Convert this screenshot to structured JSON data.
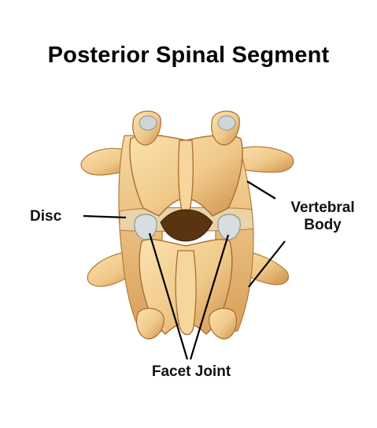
{
  "title": "Posterior Spinal Segment",
  "labels": {
    "disc": "Disc",
    "vertebral_body": "Vertebral Body",
    "facet_joint": "Facet Joint"
  },
  "colors": {
    "bone": "#f0c98a",
    "bone_shadow": "#c4843c",
    "bone_highlight": "#fbe6b9",
    "cartilage": "#d8dde0",
    "background": "#ffffff",
    "leader_line": "#000000"
  }
}
